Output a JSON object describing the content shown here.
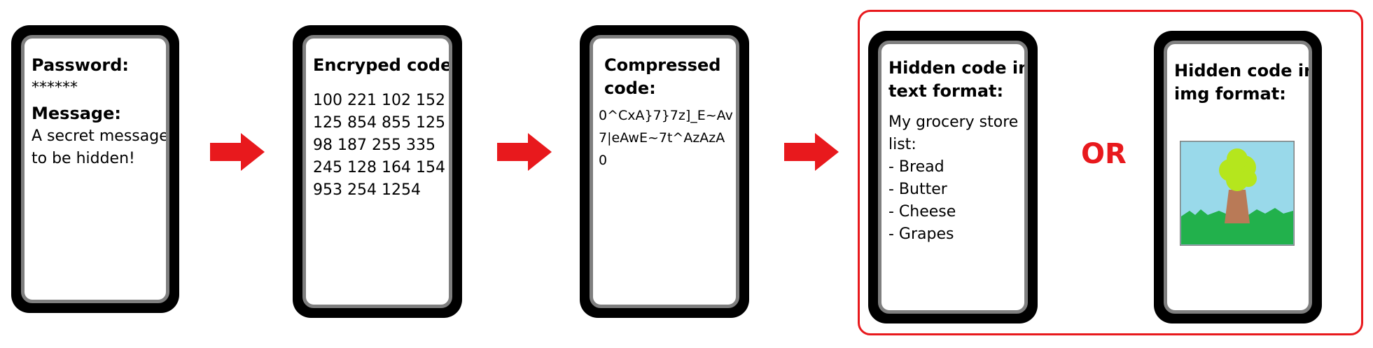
{
  "colors": {
    "arrow": "#e8191d",
    "group_border": "#e8191d",
    "phone_body": "#000000",
    "screen_border": "#7f7f7f",
    "sky": "#99d9ea",
    "grass": "#22b14c",
    "trunk": "#b97a57",
    "foliage": "#b5e61d"
  },
  "step1": {
    "password_label": "Password:",
    "password_value": "******",
    "message_label": "Message:",
    "message_lines": [
      "A secret message",
      "to be hidden!"
    ]
  },
  "step2": {
    "title": "Encryped code:",
    "lines": [
      "100 221 102 152",
      "125 854 855 125",
      "98 187 255 335",
      "245 128 164 154",
      "953 254 1254"
    ]
  },
  "step3": {
    "title_lines": [
      "Compressed",
      "code:"
    ],
    "lines": [
      "0^CxA}7}7z]_E~Av",
      "7|eAwE~7t^AzAzA",
      "0"
    ]
  },
  "step4a": {
    "title_lines": [
      "Hidden code in",
      "text format:"
    ],
    "lines": [
      "My grocery store",
      "list:",
      "- Bread",
      "- Butter",
      "- Cheese",
      "- Grapes"
    ]
  },
  "step4b": {
    "title_lines": [
      "Hidden code in",
      "img format:"
    ],
    "image_icon": "landscape-tree-image"
  },
  "or_label": "OR",
  "arrow_icon": "right-arrow"
}
